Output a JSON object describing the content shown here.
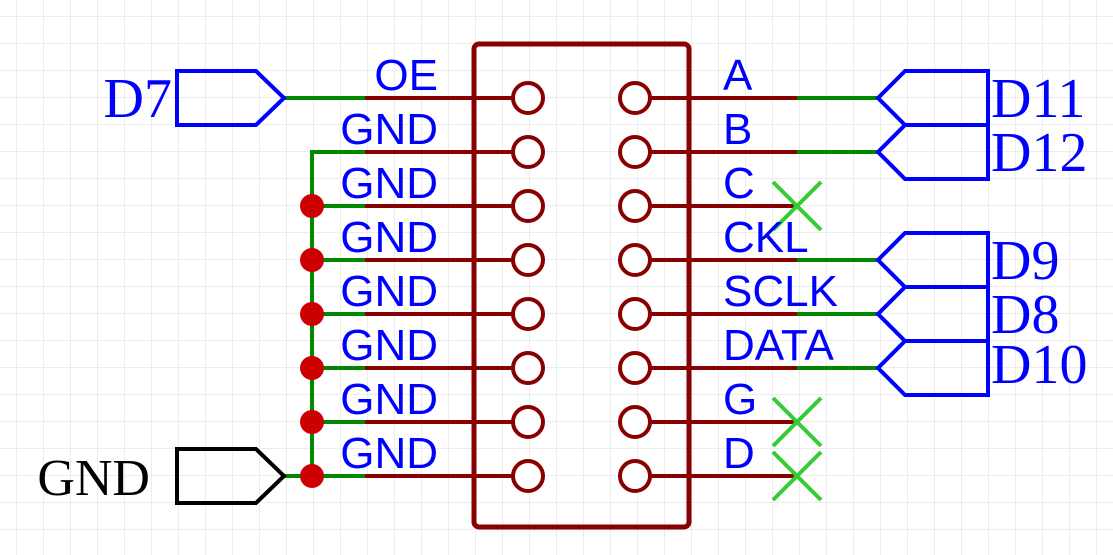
{
  "connector": {
    "left_pins": [
      "OE",
      "GND",
      "GND",
      "GND",
      "GND",
      "GND",
      "GND",
      "GND"
    ],
    "right_pins": [
      "A",
      "B",
      "C",
      "CKL",
      "SCLK",
      "DATA",
      "G",
      "D"
    ]
  },
  "net_labels": {
    "left_top": "D7",
    "left_bottom": "GND",
    "right": [
      "D11",
      "D12",
      "D9",
      "D8",
      "D10"
    ]
  },
  "colors": {
    "wire": "#008800",
    "pin": "#880000",
    "label": "#0000ff",
    "junction": "#cc0000",
    "no_connect": "#33cc33",
    "black_label": "#000000"
  }
}
